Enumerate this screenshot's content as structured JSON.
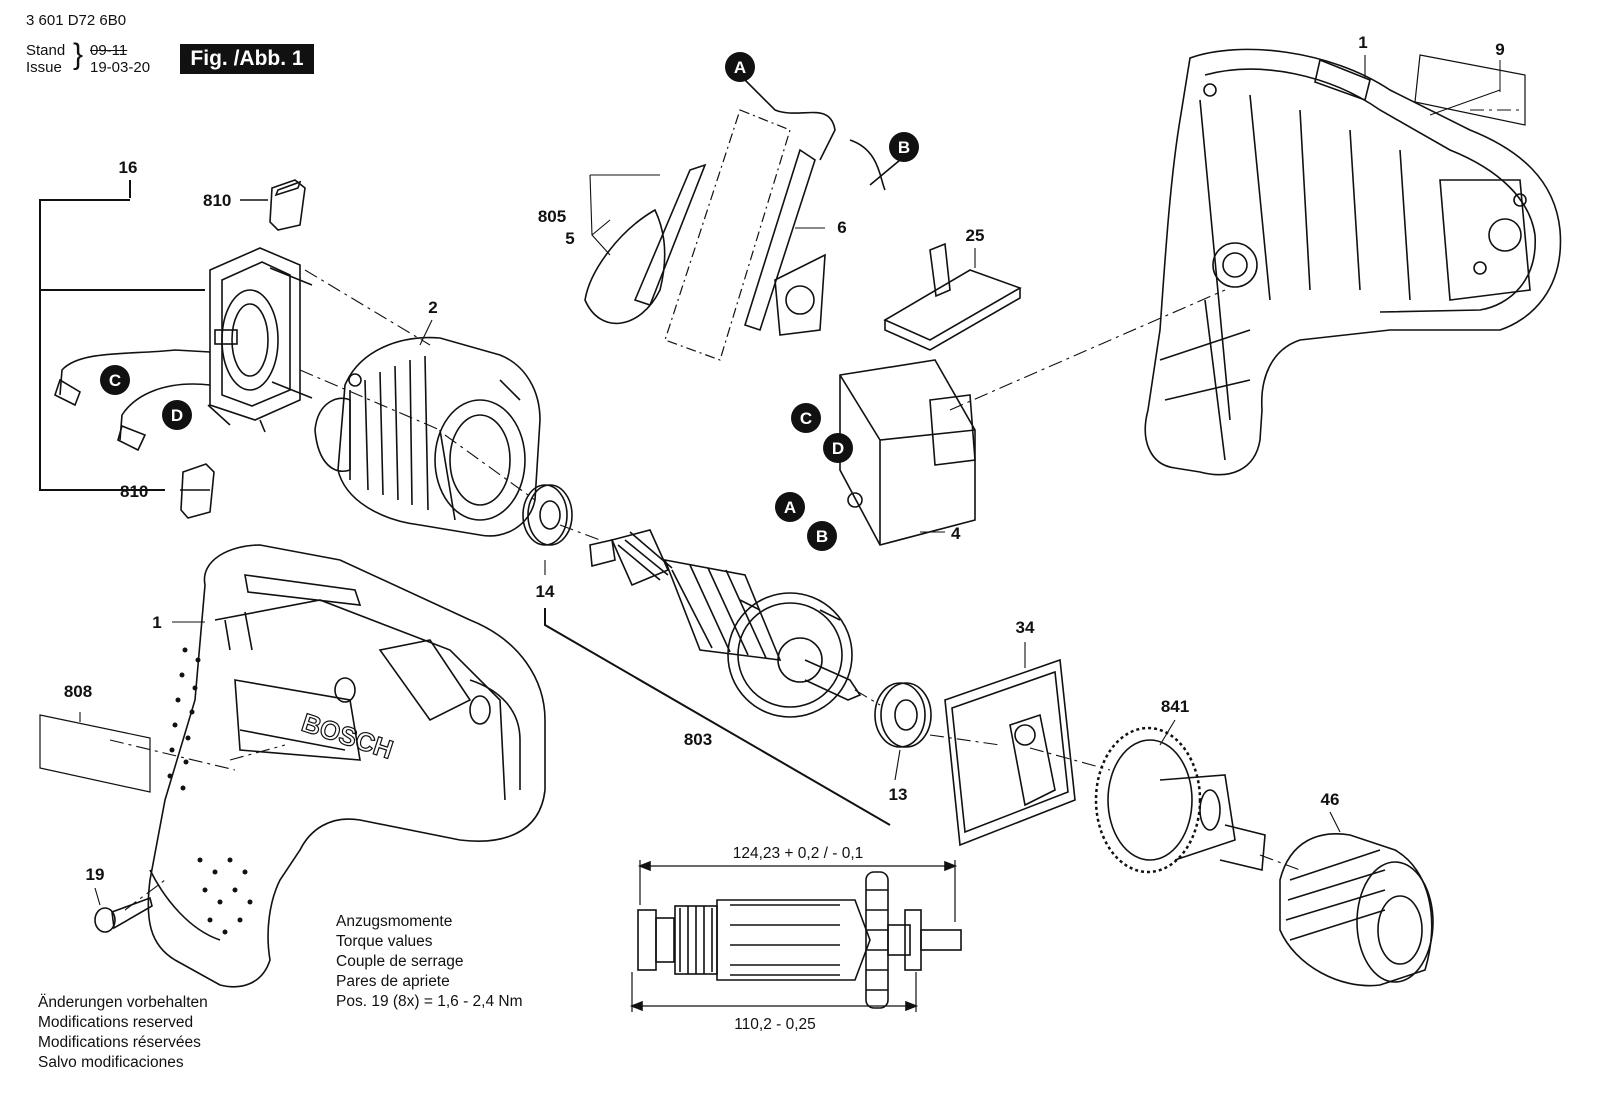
{
  "header": {
    "part_number": "3 601 D72 6B0",
    "stand_label": "Stand",
    "issue_label": "Issue",
    "old_date": "09-11",
    "date": "19-03-20",
    "figure_label": "Fig. /Abb. 1"
  },
  "callouts": [
    "1",
    "9",
    "16",
    "810",
    "2",
    "805",
    "5",
    "6",
    "25",
    "810",
    "4",
    "14",
    "1",
    "808",
    "803",
    "34",
    "841",
    "13",
    "46",
    "19"
  ],
  "connectors": [
    "A",
    "B",
    "C",
    "D",
    "C",
    "D",
    "A",
    "B"
  ],
  "dimensions": {
    "overall": "124,23 + 0,2 / - 0,1",
    "bearing_span": "110,2 - 0,25"
  },
  "torque": {
    "lines": [
      "Anzugsmomente",
      "Torque values",
      "Couple de serrage",
      "Pares de apriete",
      "Pos. 19 (8x)  =  1,6  -  2,4 Nm"
    ]
  },
  "notes": {
    "lines": [
      "Änderungen vorbehalten",
      "Modifications reserved",
      "Modifications réservées",
      "Salvo modificaciones"
    ]
  }
}
